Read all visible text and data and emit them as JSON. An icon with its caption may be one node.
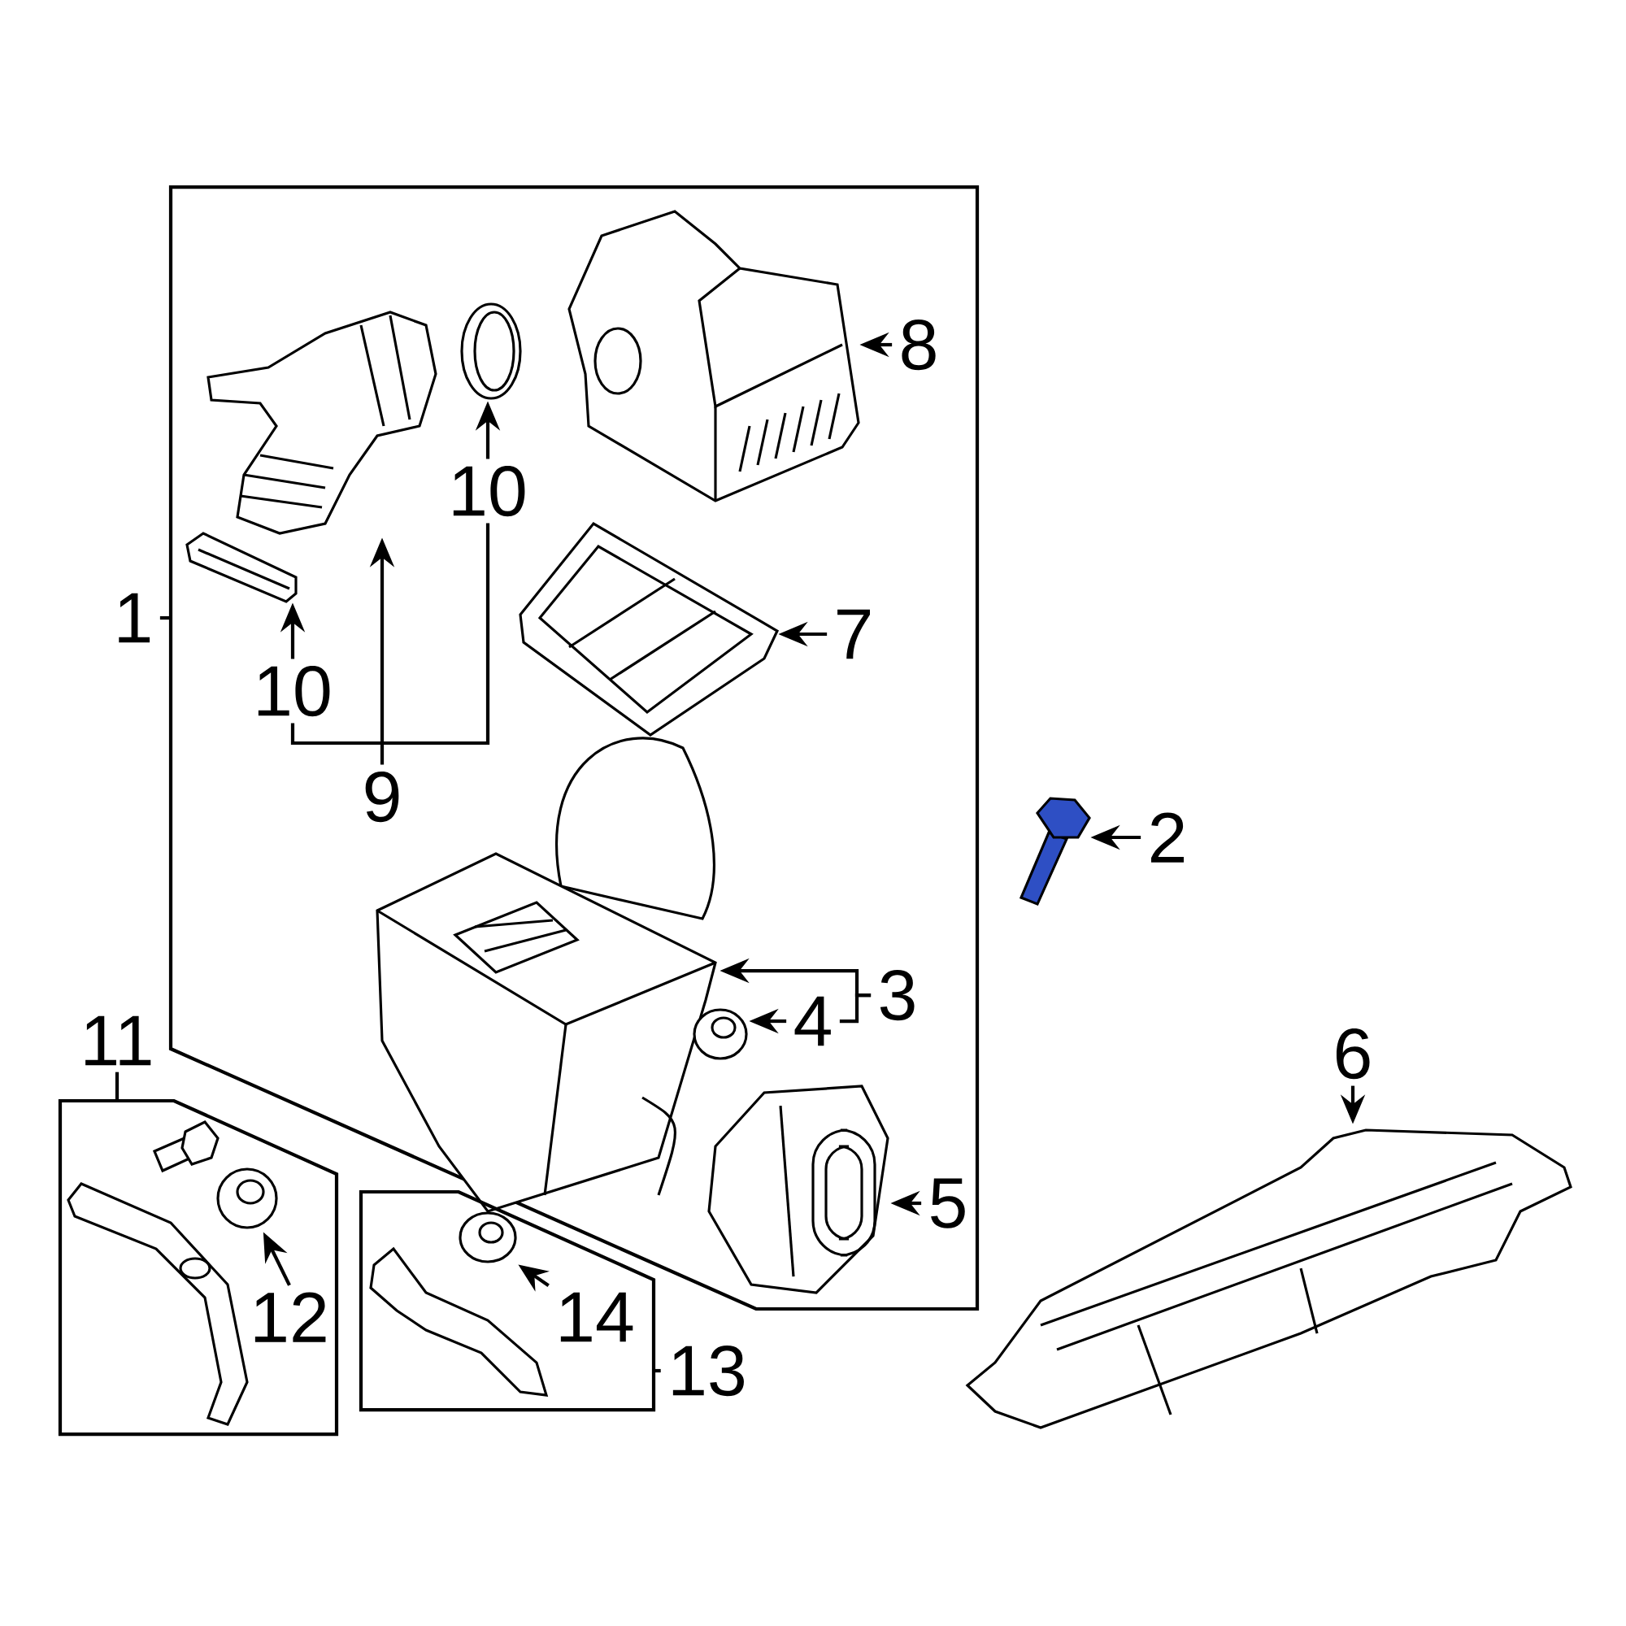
{
  "diagram": {
    "nodes": [
      {
        "text": [],
        "shape": "box"
      },
      {
        "text": [
          "1"
        ]
      },
      {
        "text": [],
        "shape": "picture",
        "in": 0
      },
      {
        "text": [],
        "shape": "picture",
        "in": 0
      },
      {
        "text": [],
        "shape": "picture",
        "in": 0
      },
      {
        "text": [
          "10"
        ],
        "in": 0
      },
      {
        "text": [
          "10"
        ],
        "in": 0
      },
      {
        "text": [
          "9"
        ],
        "in": 0
      },
      {
        "text": [],
        "shape": "picture",
        "in": 0
      },
      {
        "text": [
          "8"
        ],
        "in": 0
      },
      {
        "text": [],
        "shape": "picture",
        "in": 0
      },
      {
        "text": [
          "7"
        ],
        "in": 0
      },
      {
        "text": [],
        "shape": "picture",
        "in": 0
      },
      {
        "text": [
          "3"
        ],
        "in": 0
      },
      {
        "text": [],
        "shape": "picture",
        "in": 0
      },
      {
        "text": [
          "4"
        ],
        "in": 0
      },
      {
        "text": [],
        "shape": "picture",
        "in": 0
      },
      {
        "text": [
          "5"
        ],
        "in": 0
      },
      {
        "text": [],
        "shape": "picture"
      },
      {
        "text": [
          "2"
        ]
      },
      {
        "text": [],
        "shape": "picture"
      },
      {
        "text": [
          "6"
        ]
      },
      {
        "text": [],
        "shape": "box"
      },
      {
        "text": [
          "11"
        ]
      },
      {
        "text": [],
        "shape": "picture",
        "in": 22
      },
      {
        "text": [
          "12"
        ],
        "in": 22
      },
      {
        "text": [],
        "shape": "box"
      },
      {
        "text": [
          "13"
        ]
      },
      {
        "text": [],
        "shape": "picture",
        "in": 26
      },
      {
        "text": [
          "14"
        ],
        "in": 26
      }
    ],
    "edges": [
      {
        "from": 1,
        "to": 0,
        "arrow": "none"
      },
      {
        "from": 5,
        "to": 3,
        "arrow": "to"
      },
      {
        "from": 6,
        "to": 4,
        "arrow": "to"
      },
      {
        "from": 6,
        "to": 5,
        "arrow": "none"
      },
      {
        "from": 7,
        "to": 2,
        "arrow": "to"
      },
      {
        "from": 9,
        "to": 8,
        "arrow": "to"
      },
      {
        "from": 11,
        "to": 10,
        "arrow": "to"
      },
      {
        "from": 13,
        "to": 12,
        "arrow": "to"
      },
      {
        "from": 13,
        "to": 15,
        "arrow": "none"
      },
      {
        "from": 15,
        "to": 14,
        "arrow": "to"
      },
      {
        "from": 17,
        "to": 16,
        "arrow": "to"
      },
      {
        "from": 19,
        "to": 18,
        "arrow": "to"
      },
      {
        "from": 21,
        "to": 20,
        "arrow": "to"
      },
      {
        "from": 23,
        "to": 22,
        "arrow": "none"
      },
      {
        "from": 25,
        "to": 24,
        "arrow": "to"
      },
      {
        "from": 27,
        "to": 26,
        "arrow": "none"
      },
      {
        "from": 29,
        "to": 28,
        "arrow": "to"
      }
    ]
  }
}
